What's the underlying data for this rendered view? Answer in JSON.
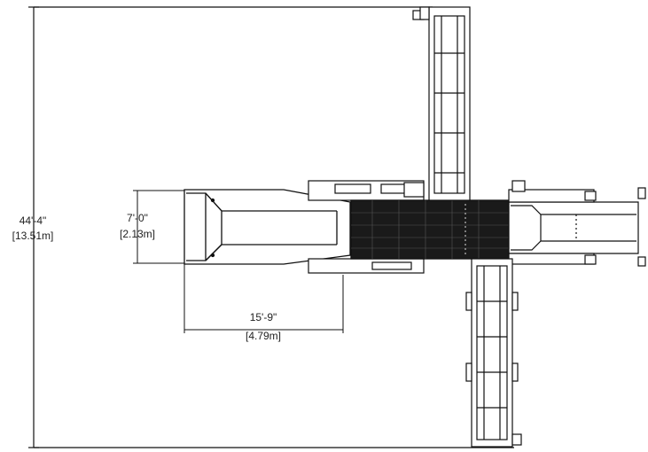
{
  "dimensions": {
    "overall_length": {
      "imperial": "44'-4\"",
      "metric": "[13.51m]"
    },
    "hopper_width": {
      "imperial": "7'-0\"",
      "metric": "[2.13m]"
    },
    "hopper_length": {
      "imperial": "15'-9\"",
      "metric": "[4.79m]"
    }
  },
  "colors": {
    "line": "#111111",
    "fill_dark": "#1a1a1a",
    "background": "#ffffff"
  }
}
